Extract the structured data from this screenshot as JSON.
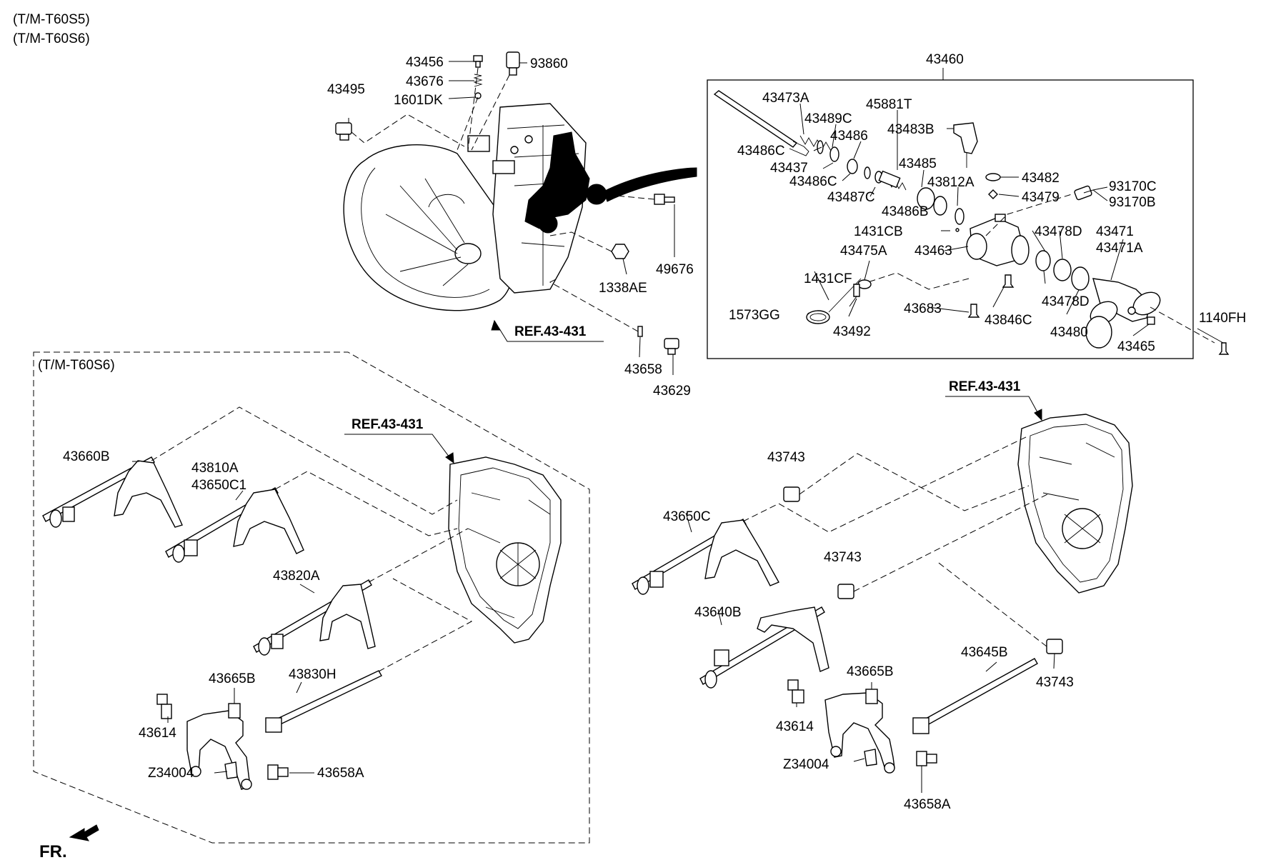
{
  "header_variants": [
    "(T/M-T60S5)",
    "(T/M-T60S6)"
  ],
  "inset_variant": "(T/M-T60S6)",
  "ref_labels": [
    "REF.43-431",
    "REF.43-431",
    "REF.43-431"
  ],
  "front_indicator": "FR.",
  "kit_group": "43460",
  "top_parts": [
    "43456",
    "43676",
    "1601DK",
    "93860",
    "43495",
    "49676",
    "1338AE",
    "43658",
    "43629"
  ],
  "kit_parts": [
    "43473A",
    "43489C",
    "45881T",
    "43486",
    "43483B",
    "43486C",
    "43437",
    "43486C",
    "43485",
    "43482",
    "43812A",
    "43487C",
    "43486B",
    "43479",
    "93170C",
    "93170B",
    "1431CB",
    "43478D",
    "43471",
    "43475A",
    "43463",
    "43471A",
    "1431CF",
    "43478D",
    "1573GG",
    "43683",
    "43846C",
    "43480",
    "1140FH",
    "43492",
    "43465"
  ],
  "left_parts": [
    "43660B",
    "43810A",
    "43650C1",
    "43820A",
    "43665B",
    "43830H",
    "43614",
    "Z34004",
    "43658A"
  ],
  "right_parts": [
    "43743",
    "43650C",
    "43743",
    "43640B",
    "43645B",
    "43665B",
    "43743",
    "43614",
    "Z34004",
    "43658A"
  ]
}
